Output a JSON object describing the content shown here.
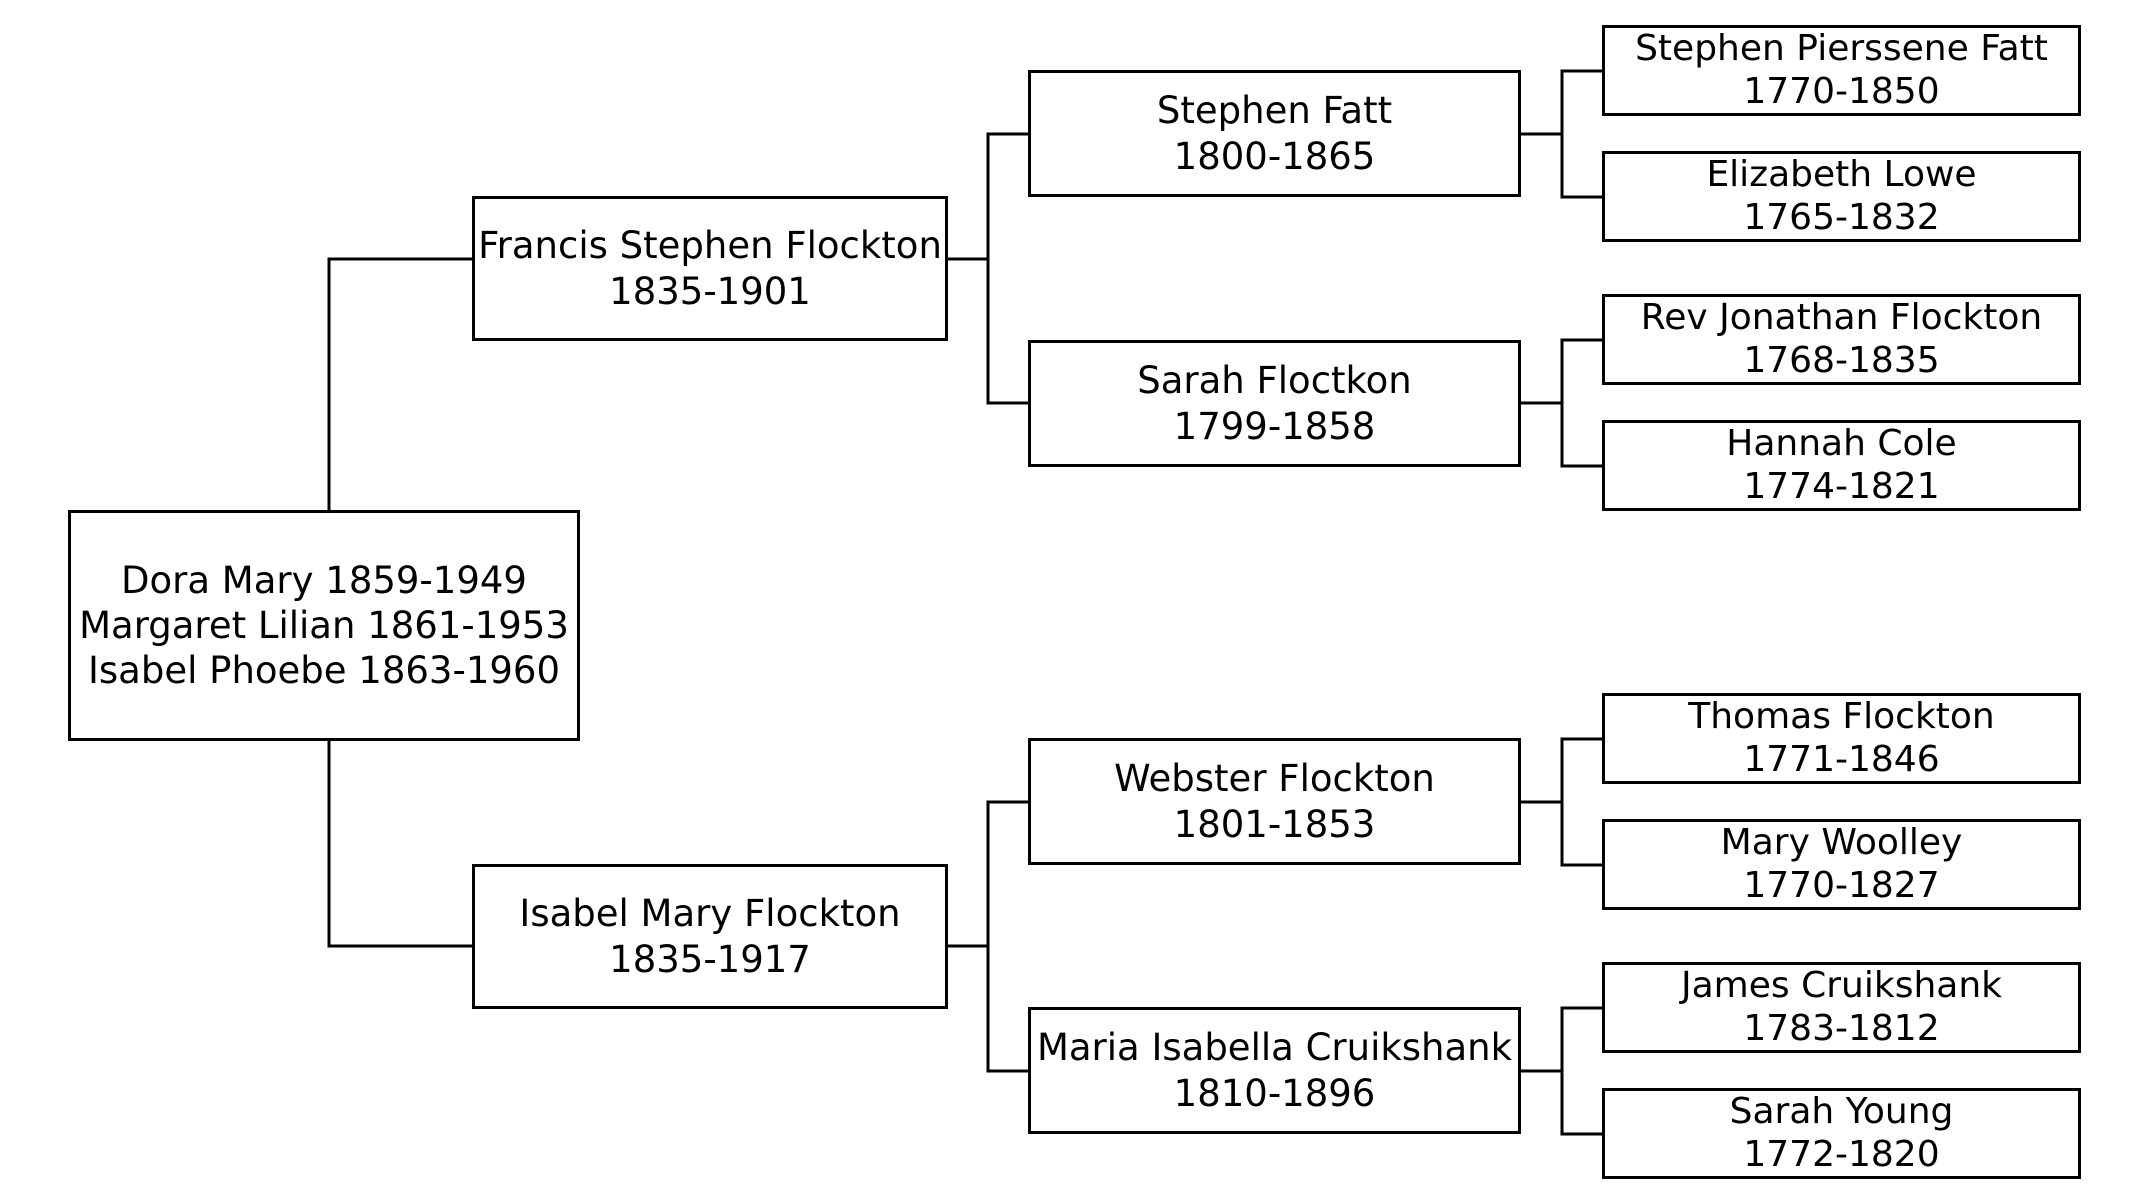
{
  "colors": {
    "line": "#000000",
    "box_border": "#000000",
    "text": "#000000",
    "background": "#ffffff"
  },
  "root": {
    "lines": [
      "Dora Mary 1859-1949",
      "Margaret Lilian 1861-1953",
      "Isabel Phoebe 1863-1960"
    ]
  },
  "parents": [
    {
      "name": "Francis Stephen Flockton",
      "dates": "1835-1901"
    },
    {
      "name": "Isabel Mary Flockton",
      "dates": "1835-1917"
    }
  ],
  "grandparents": [
    {
      "name": "Stephen Fatt",
      "dates": "1800-1865"
    },
    {
      "name": "Sarah Floctkon",
      "dates": "1799-1858"
    },
    {
      "name": "Webster Flockton",
      "dates": "1801-1853"
    },
    {
      "name": "Maria Isabella Cruikshank",
      "dates": "1810-1896"
    }
  ],
  "great_grandparents": [
    {
      "name": "Stephen Pierssene Fatt",
      "dates": "1770-1850"
    },
    {
      "name": "Elizabeth Lowe",
      "dates": "1765-1832"
    },
    {
      "name": "Rev Jonathan Flockton",
      "dates": "1768-1835"
    },
    {
      "name": "Hannah Cole",
      "dates": "1774-1821"
    },
    {
      "name": "Thomas Flockton",
      "dates": "1771-1846"
    },
    {
      "name": "Mary Woolley",
      "dates": "1770-1827"
    },
    {
      "name": "James Cruikshank",
      "dates": "1783-1812"
    },
    {
      "name": "Sarah Young",
      "dates": "1772-1820"
    }
  ]
}
